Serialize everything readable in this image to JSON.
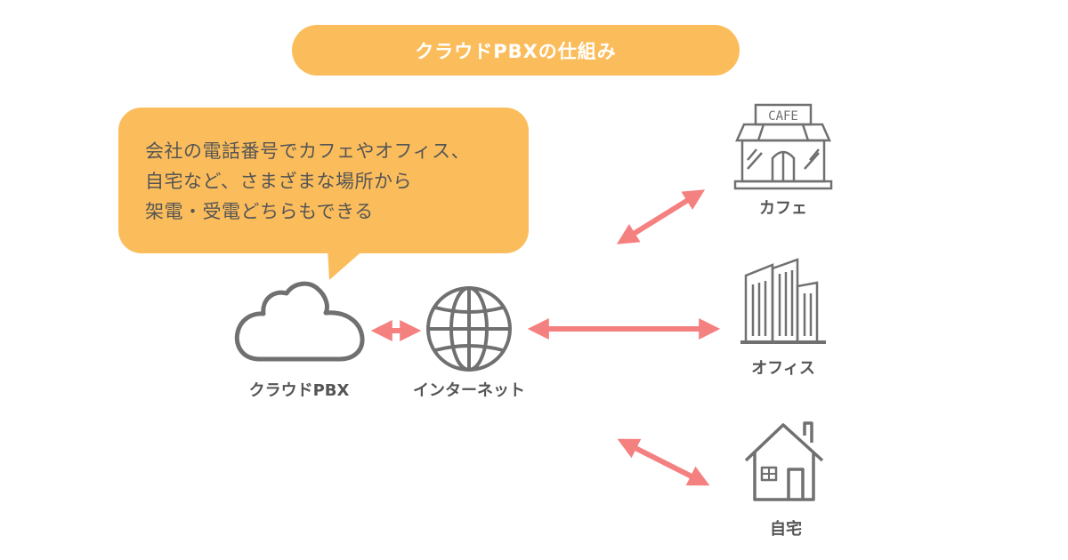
{
  "title": "クラウドPBXの仕組み",
  "bubble": {
    "lines": [
      "会社の電話番号でカフェやオフィス、",
      "自宅など、さまざまな場所から",
      "架電・受電どちらもできる"
    ]
  },
  "nodes": {
    "cloud_pbx": "クラウドPBX",
    "internet": "インターネット",
    "cafe": "カフェ",
    "cafe_sign": "CAFE",
    "office": "オフィス",
    "home": "自宅"
  },
  "colors": {
    "accent": "#fbbd5c",
    "arrow": "#f58080",
    "icon": "#707070",
    "text": "#555555"
  }
}
